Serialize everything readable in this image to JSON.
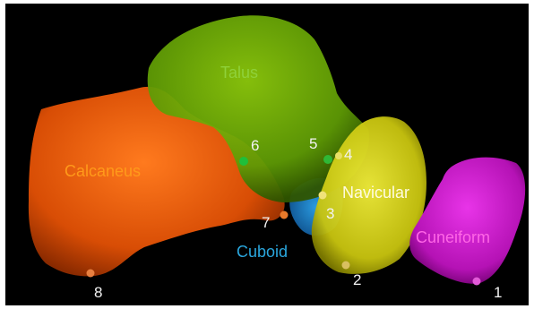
{
  "bones": {
    "talus": {
      "label": "Talus",
      "color": "#8fd13a"
    },
    "calcaneus": {
      "label": "Calcaneus",
      "color": "#ff9a1a"
    },
    "navicular": {
      "label": "Navicular",
      "color": "#fffbe0"
    },
    "cuboid": {
      "label": "Cuboid",
      "color": "#2aa7de"
    },
    "cuneiform": {
      "label": "Cuneiform",
      "color": "#ff66e6"
    }
  },
  "landmarks": [
    "1",
    "2",
    "3",
    "4",
    "5",
    "6",
    "7",
    "8"
  ]
}
